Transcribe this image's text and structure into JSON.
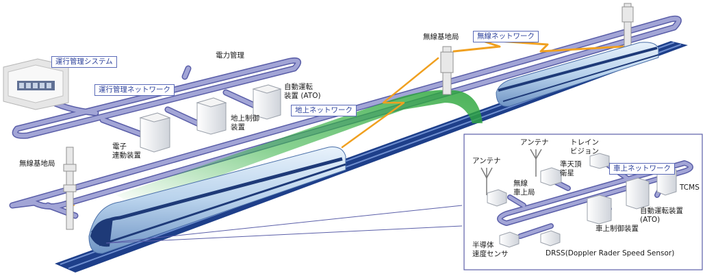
{
  "labels": {
    "traffic_mgmt_system": "運行管理システム",
    "traffic_mgmt_network": "運行管理ネットワーク",
    "power_mgmt": "電力管理",
    "ato_ground_1": "自動運転",
    "ato_ground_2": "装置 (ATO)",
    "ground_ctrl_1": "地上制御",
    "ground_ctrl_2": "装置",
    "ground_network": "地上ネットワーク",
    "interlock_1": "電子",
    "interlock_2": "連動装置",
    "radio_station_left": "無線基地局",
    "radio_station_top": "無線基地局",
    "wireless_network": "無線ネットワーク",
    "onboard_network": "車上ネットワーク",
    "antenna_left": "アンテナ",
    "antenna_mid": "アンテナ",
    "train_vision_1": "トレイン",
    "train_vision_2": "ビジョン",
    "qzss_1": "準天頂",
    "qzss_2": "衛星",
    "onboard_radio_1": "無線",
    "onboard_radio_2": "車上局",
    "tcms": "TCMS",
    "ato_onboard_1": "自動運転装置",
    "ato_onboard_2": "(ATO)",
    "onboard_ctrl": "車上制御装置",
    "speed_sensor_1": "半導体",
    "speed_sensor_2": "速度センサ",
    "drss": "DRSS(Doppler Rader Speed Sensor)"
  },
  "colors": {
    "network_line": "#9a9cd0",
    "network_outline": "#5a5ea8",
    "wireless_bolt": "#f0a020",
    "ground_network_band": "#3cb44a",
    "train_body": "#b8d2ec",
    "train_dark": "#1e3a78",
    "track": "#1e3f8a",
    "label_box_text": "#2a3f9a"
  }
}
